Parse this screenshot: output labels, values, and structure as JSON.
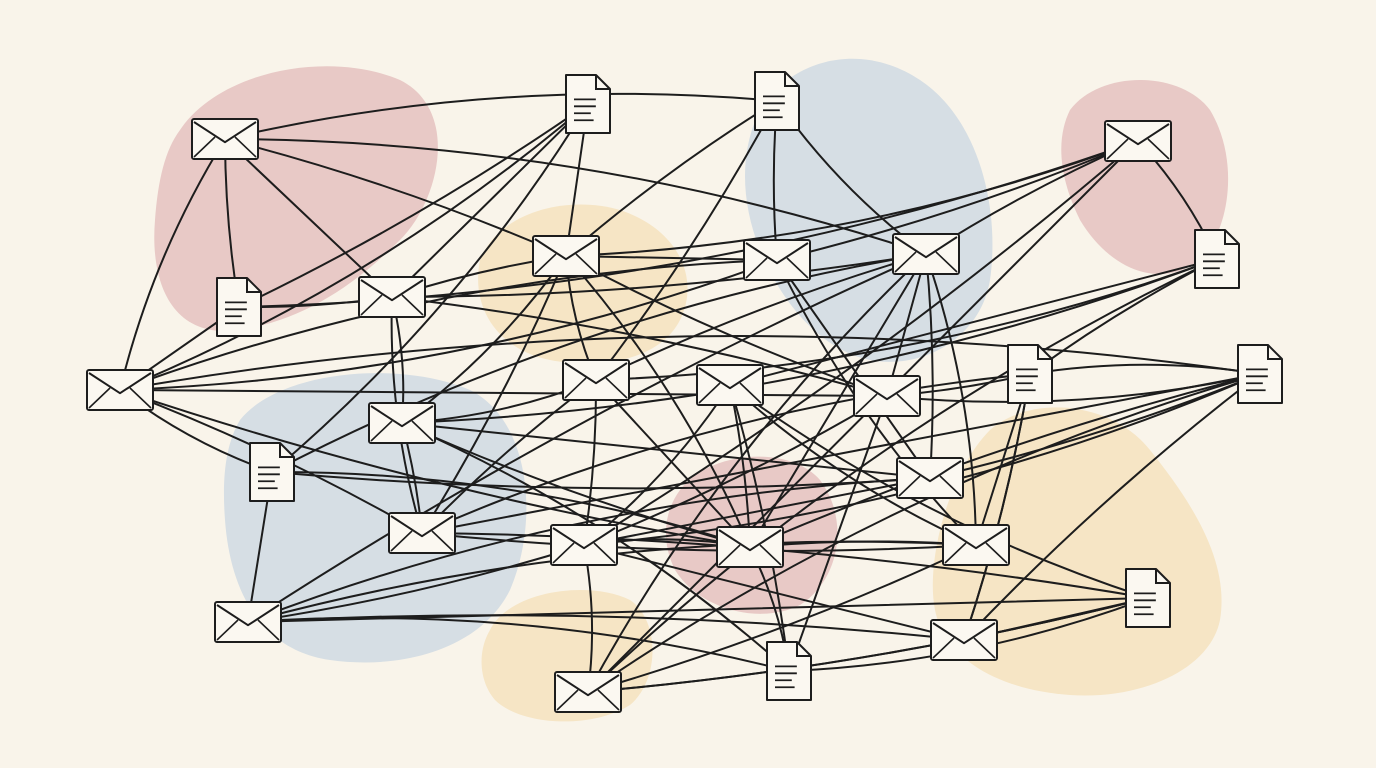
{
  "palette": {
    "background": "#f9f4ea",
    "stroke": "#1d1d1d",
    "envelope_fill": "#fbf8f1",
    "document_fill": "#fbf8f1",
    "blob_red": "#e8c9c6",
    "blob_blue": "#d6dee4",
    "blob_yellow": "#f6e5c5"
  },
  "icons": {
    "email": "envelope-icon",
    "document": "document-icon"
  },
  "nodes": [
    {
      "id": "e1",
      "kind": "email"
    },
    {
      "id": "e2",
      "kind": "email"
    },
    {
      "id": "e3",
      "kind": "email"
    },
    {
      "id": "e4",
      "kind": "email"
    },
    {
      "id": "e5",
      "kind": "email"
    },
    {
      "id": "e6",
      "kind": "email"
    },
    {
      "id": "e7",
      "kind": "email"
    },
    {
      "id": "e8",
      "kind": "email"
    },
    {
      "id": "e9",
      "kind": "email"
    },
    {
      "id": "e10",
      "kind": "email"
    },
    {
      "id": "e11",
      "kind": "email"
    },
    {
      "id": "e12",
      "kind": "email"
    },
    {
      "id": "e13",
      "kind": "email"
    },
    {
      "id": "e14",
      "kind": "email"
    },
    {
      "id": "e15",
      "kind": "email"
    },
    {
      "id": "e16",
      "kind": "email"
    },
    {
      "id": "e17",
      "kind": "email"
    },
    {
      "id": "e18",
      "kind": "email"
    },
    {
      "id": "e19",
      "kind": "email"
    },
    {
      "id": "d1",
      "kind": "document"
    },
    {
      "id": "d2",
      "kind": "document"
    },
    {
      "id": "d3",
      "kind": "document"
    },
    {
      "id": "d4",
      "kind": "document"
    },
    {
      "id": "d5",
      "kind": "document"
    },
    {
      "id": "d6",
      "kind": "document"
    },
    {
      "id": "d7",
      "kind": "document"
    },
    {
      "id": "d8",
      "kind": "document"
    },
    {
      "id": "d9",
      "kind": "document"
    }
  ],
  "edges": [
    [
      "e1",
      "d3"
    ],
    [
      "e1",
      "e2"
    ],
    [
      "e1",
      "e3"
    ],
    [
      "e1",
      "d1"
    ],
    [
      "e1",
      "e9"
    ],
    [
      "e1",
      "e5"
    ],
    [
      "e2",
      "d3"
    ],
    [
      "e2",
      "e4"
    ],
    [
      "e2",
      "e10"
    ],
    [
      "e2",
      "e7"
    ],
    [
      "e2",
      "e13"
    ],
    [
      "e2",
      "e11"
    ],
    [
      "e2",
      "d2"
    ],
    [
      "e2",
      "e3"
    ],
    [
      "e2",
      "e6"
    ],
    [
      "e2",
      "e8"
    ],
    [
      "e3",
      "d1"
    ],
    [
      "e3",
      "d2"
    ],
    [
      "e3",
      "e5"
    ],
    [
      "e3",
      "e11"
    ],
    [
      "e3",
      "e8"
    ],
    [
      "e3",
      "e10"
    ],
    [
      "d1",
      "e9"
    ],
    [
      "d1",
      "d2"
    ],
    [
      "d1",
      "e6"
    ],
    [
      "e4",
      "e9"
    ],
    [
      "e4",
      "d3"
    ],
    [
      "e4",
      "e14"
    ],
    [
      "e4",
      "e6"
    ],
    [
      "e4",
      "e15"
    ],
    [
      "e5",
      "d3"
    ],
    [
      "e5",
      "e14"
    ],
    [
      "e5",
      "e10"
    ],
    [
      "e5",
      "e7"
    ],
    [
      "e5",
      "d7"
    ],
    [
      "e5",
      "e15"
    ],
    [
      "e5",
      "e6"
    ],
    [
      "e5",
      "e13"
    ],
    [
      "e5",
      "e16"
    ],
    [
      "e5",
      "e17"
    ],
    [
      "e6",
      "d4"
    ],
    [
      "e6",
      "e12"
    ],
    [
      "e6",
      "e17"
    ],
    [
      "e7",
      "d3"
    ],
    [
      "e7",
      "d4"
    ],
    [
      "e7",
      "e8"
    ],
    [
      "e7",
      "e12"
    ],
    [
      "e7",
      "e13"
    ],
    [
      "e7",
      "e11"
    ],
    [
      "e8",
      "d4"
    ],
    [
      "e8",
      "d9"
    ],
    [
      "e8",
      "e11"
    ],
    [
      "e8",
      "e14"
    ],
    [
      "e8",
      "e13"
    ],
    [
      "e9",
      "d2"
    ],
    [
      "e9",
      "e4"
    ],
    [
      "e9",
      "e11"
    ],
    [
      "e9",
      "e10"
    ],
    [
      "e9",
      "e13"
    ],
    [
      "e9",
      "d7"
    ],
    [
      "e9",
      "d6"
    ],
    [
      "e10",
      "e12"
    ],
    [
      "e10",
      "d9"
    ],
    [
      "e10",
      "d5"
    ],
    [
      "e10",
      "d6"
    ],
    [
      "e11",
      "d5"
    ],
    [
      "e11",
      "d8"
    ],
    [
      "e11",
      "d6"
    ],
    [
      "e11",
      "e15"
    ],
    [
      "e12",
      "d6"
    ],
    [
      "e12",
      "e13"
    ],
    [
      "e12",
      "e16"
    ],
    [
      "e12",
      "e18"
    ],
    [
      "e13",
      "e19"
    ],
    [
      "e13",
      "d7"
    ],
    [
      "e13",
      "d9"
    ],
    [
      "e13",
      "d6"
    ],
    [
      "e14",
      "e12"
    ],
    [
      "e14",
      "d6"
    ],
    [
      "e14",
      "e16"
    ],
    [
      "e15",
      "e19"
    ],
    [
      "e15",
      "e17"
    ],
    [
      "e15",
      "d5"
    ],
    [
      "e15",
      "e13"
    ],
    [
      "e15",
      "e16"
    ],
    [
      "e16",
      "d9"
    ],
    [
      "e16",
      "e18"
    ],
    [
      "e16",
      "d8"
    ],
    [
      "e17",
      "d8"
    ],
    [
      "e17",
      "e12"
    ],
    [
      "e17",
      "d6"
    ],
    [
      "e18",
      "d6"
    ],
    [
      "e18",
      "d8"
    ],
    [
      "e18",
      "d5"
    ],
    [
      "e19",
      "d8"
    ],
    [
      "e19",
      "e12"
    ],
    [
      "e19",
      "d9"
    ],
    [
      "d4",
      "e19"
    ],
    [
      "d4",
      "d5"
    ],
    [
      "d4",
      "e17"
    ],
    [
      "d5",
      "d6"
    ],
    [
      "d5",
      "e18"
    ],
    [
      "d7",
      "e16"
    ],
    [
      "d7",
      "e14"
    ],
    [
      "d7",
      "d2"
    ],
    [
      "d8",
      "d9"
    ],
    [
      "d8",
      "e17"
    ]
  ]
}
